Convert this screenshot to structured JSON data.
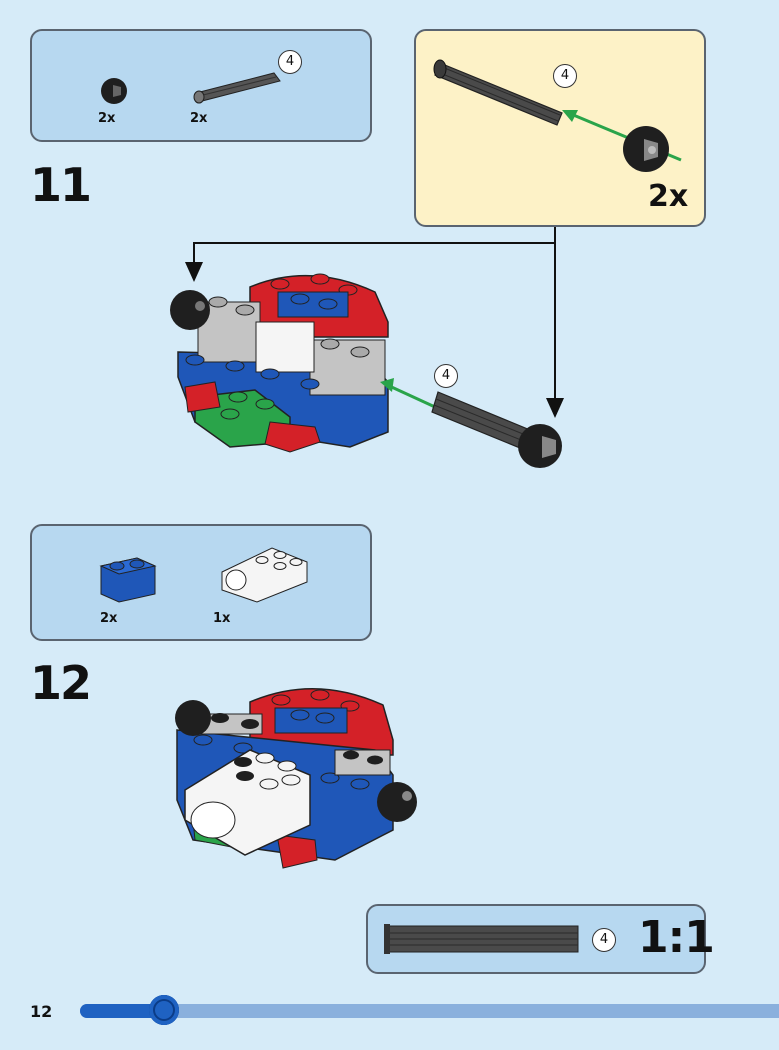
{
  "step11": {
    "number": "11",
    "parts": [
      {
        "name": "black ball joint",
        "qty": "2x"
      },
      {
        "name": "axle",
        "qty": "2x",
        "length": "4"
      }
    ],
    "submodel": {
      "qty": "2x",
      "axle_length": "4"
    },
    "assembly_callout": "4"
  },
  "step12": {
    "number": "12",
    "parts": [
      {
        "name": "blue brick 1x2",
        "qty": "2x"
      },
      {
        "name": "white connector plate",
        "qty": "1x"
      }
    ]
  },
  "scale_ref": {
    "length": "4",
    "ratio": "1:1"
  },
  "page": {
    "number": "12",
    "progress": 0.12
  },
  "colors": {
    "bg": "#d6ebf8",
    "panel": "#b7d8f0",
    "sub": "#fdf2c7",
    "red": "#d42128",
    "blue": "#1f57b8",
    "green": "#2aa44a",
    "gray": "#c4c4c4",
    "white": "#f5f5f5",
    "black": "#1f1f1f"
  }
}
